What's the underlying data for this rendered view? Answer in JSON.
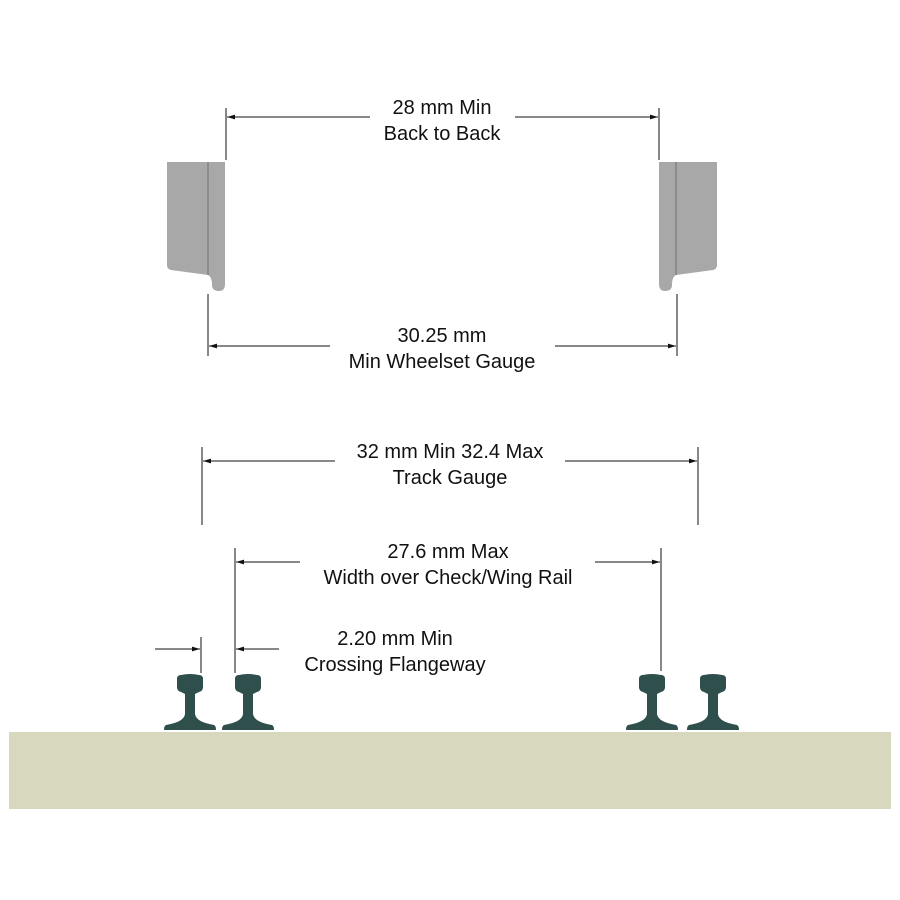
{
  "colors": {
    "wheel": "#a8a8a8",
    "wheel_line": "#7a7a7a",
    "rail": "#2e4f4c",
    "ground": "#d8d8bf",
    "dimension": "#111111"
  },
  "dimensions": {
    "back_to_back": {
      "value": "28 mm Min",
      "label": "Back to Back"
    },
    "wheelset_gauge": {
      "value": "30.25 mm",
      "label": "Min Wheelset Gauge"
    },
    "track_gauge": {
      "value": "32 mm Min 32.4 Max",
      "label": "Track Gauge"
    },
    "check_rail": {
      "value": "27.6 mm Max",
      "label": "Width over Check/Wing Rail"
    },
    "flangeway": {
      "value": "2.20 mm Min",
      "label": "Crossing Flangeway"
    }
  }
}
